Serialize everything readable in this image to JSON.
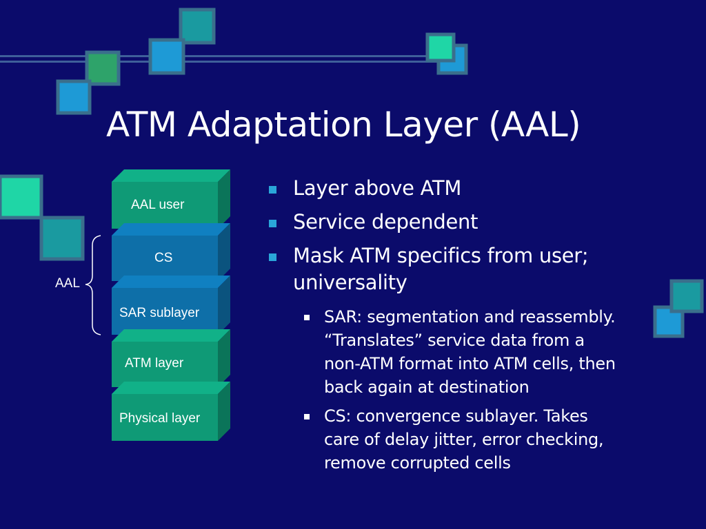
{
  "slide": {
    "title": "ATM Adaptation Layer (AAL)"
  },
  "diagram": {
    "layers": [
      {
        "label": "AAL user",
        "color": "#0f9a76"
      },
      {
        "label": "CS",
        "color": "#0e6fa8"
      },
      {
        "label": "SAR sublayer",
        "color": "#0e6fa8"
      },
      {
        "label": "ATM layer",
        "color": "#0f9a76"
      },
      {
        "label": "Physical layer",
        "color": "#0f9a76"
      }
    ],
    "brace_label": "AAL"
  },
  "bullets": [
    {
      "text": "Layer above ATM"
    },
    {
      "text": "Service dependent"
    },
    {
      "text": "Mask ATM specifics from user; universality"
    }
  ],
  "sub_bullets": [
    {
      "lines": [
        "SAR: segmentation and reassembly.",
        "“Translates” service data from a",
        "non-ATM format into ATM cells, then",
        "back again at destination"
      ]
    },
    {
      "lines": [
        "CS: convergence sublayer.  Takes",
        "care of delay jitter, error checking,",
        "remove corrupted cells"
      ]
    }
  ],
  "colors": {
    "background": "#0b0b6b",
    "bullet": "#2aa6d9",
    "teal_square": "#1a9aa0",
    "blue_square": "#1e9ad6",
    "green_square": "#2ea36a",
    "mint_square": "#1fd6a6",
    "square_border": "#3a6f8c"
  }
}
